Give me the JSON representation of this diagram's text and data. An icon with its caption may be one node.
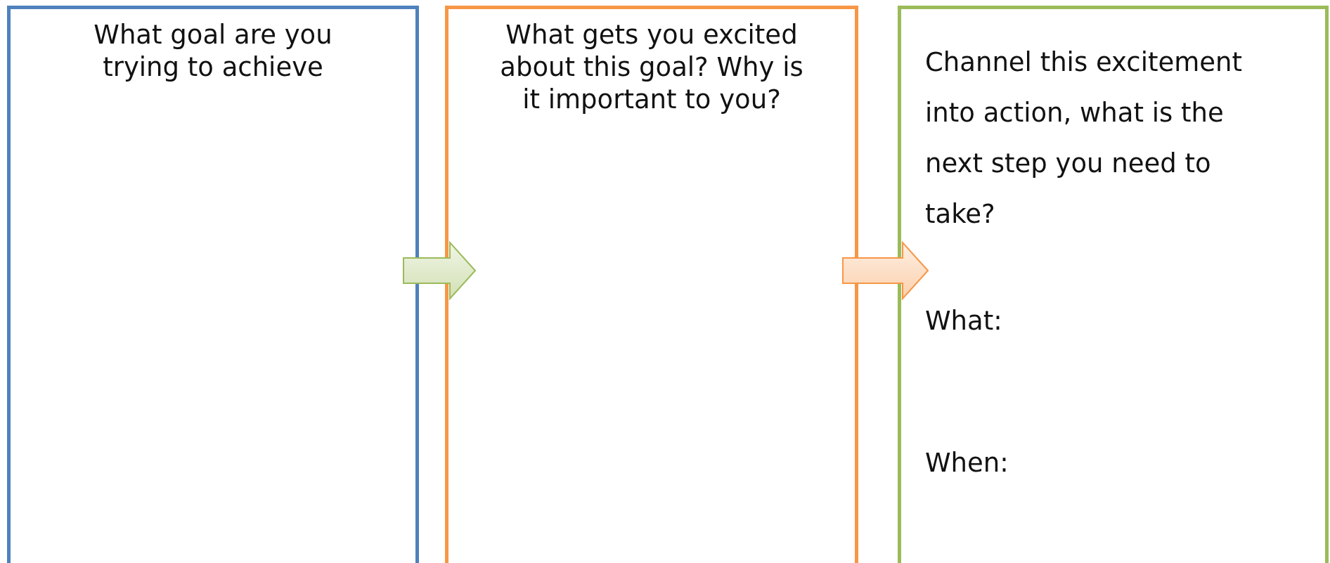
{
  "diagram": {
    "nodes": [
      {
        "text": [
          "What goal are you trying to achieve"
        ]
      },
      {
        "text": [
          "What gets you excited about this goal? Why is it important to you?"
        ]
      },
      {
        "text": [
          "Channel this excitement into action, what is the next step you need to take?",
          "What:",
          "When:"
        ]
      }
    ],
    "edges": [
      {
        "from": 0,
        "to": 1,
        "arrow": "to",
        "color": "#9bbb59"
      },
      {
        "from": 1,
        "to": 2,
        "arrow": "to",
        "color": "#f79646"
      }
    ]
  }
}
